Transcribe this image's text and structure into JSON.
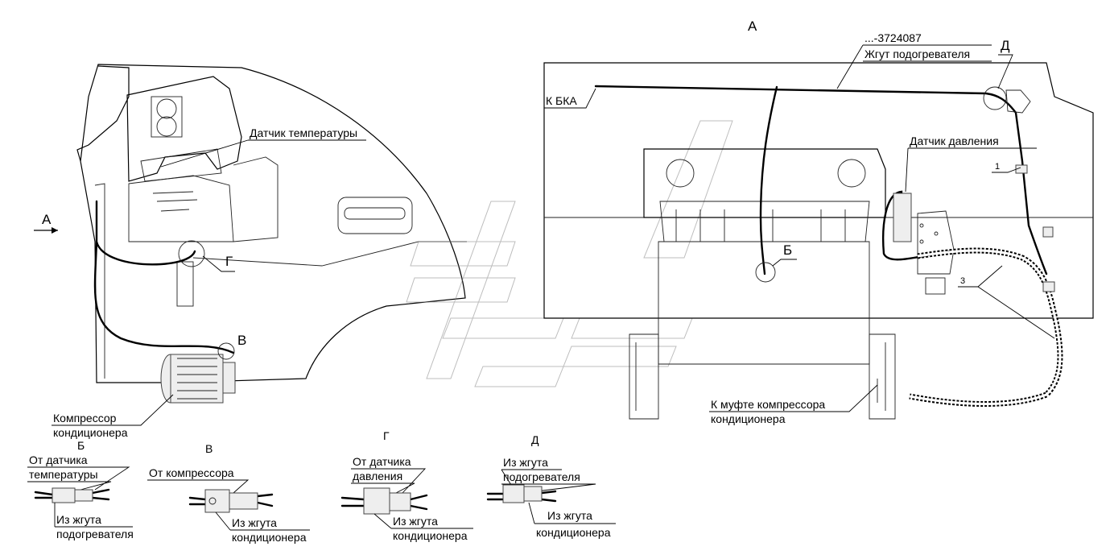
{
  "views": {
    "main_view_label": "А",
    "arrow_view_label": "А",
    "B_label": "Б",
    "V_label": "В",
    "G_label": "Г",
    "D_label": "Д"
  },
  "callouts": {
    "temperature_sensor": "Датчик температуры",
    "compressor_line1": "Компрессор",
    "compressor_line2": "кондиционера",
    "part_number": "...-3724087",
    "heater_harness": "Жгут подогревателя",
    "to_bka": "К БКА",
    "pressure_sensor": "Датчик давления",
    "item_1": "1",
    "item_3": "3",
    "to_clutch_line1": "К муфте компрессора",
    "to_clutch_line2": "кондиционера"
  },
  "details": {
    "B": {
      "title": "Б",
      "from_line1": "От датчика",
      "from_line2": "температуры",
      "to_line1": "Из жгута",
      "to_line2": "подогревателя"
    },
    "V": {
      "title": "В",
      "from_line1": "От компрессора",
      "to_line1": "Из жгута",
      "to_line2": "кондиционера"
    },
    "G": {
      "title": "Г",
      "from_line1": "От датчика",
      "from_line2": "давления",
      "to_line1": "Из жгута",
      "to_line2": "кондиционера"
    },
    "D": {
      "title": "Д",
      "from_line1": "Из жгута",
      "from_line2": "подогревателя",
      "to_line1": "Из жгута",
      "to_line2": "кондиционера"
    }
  }
}
